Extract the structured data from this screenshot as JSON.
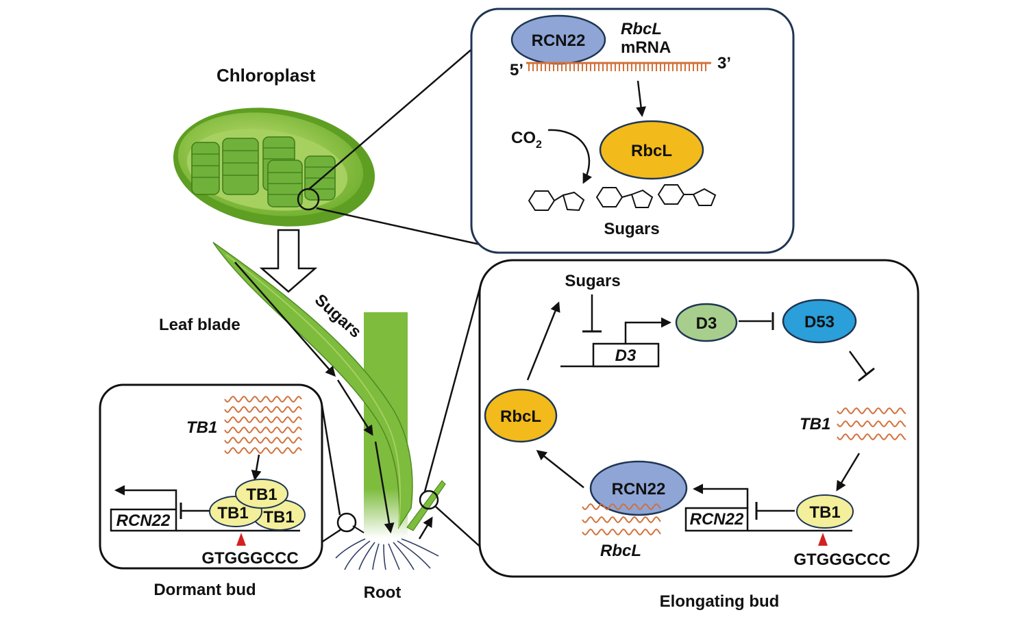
{
  "labels": {
    "chloroplast": "Chloroplast",
    "leaf_blade": "Leaf blade",
    "sugars_stem": "Sugars",
    "root": "Root",
    "dormant_bud": "Dormant bud",
    "elongating_bud": "Elongating bud"
  },
  "top_panel": {
    "rcn22": "RCN22",
    "rbcl_gene": "RbcL",
    "mrna": "mRNA",
    "five_prime": "5’",
    "three_prime": "3’",
    "co2_main": "CO",
    "co2_sub": "2",
    "rbcl_protein": "RbcL",
    "sugars": "Sugars"
  },
  "dormant_panel": {
    "tb1_gene": "TB1",
    "tb1_a": "TB1",
    "tb1_b": "TB1",
    "tb1_c": "TB1",
    "rcn22_gene": "RCN22",
    "motif": "GTGGGCCC"
  },
  "elongating_panel": {
    "sugars": "Sugars",
    "d3_gene": "D3",
    "d3_protein": "D3",
    "d53": "D53",
    "tb1_gene": "TB1",
    "tb1_protein": "TB1",
    "rcn22_gene": "RCN22",
    "motif": "GTGGGCCC",
    "rcn22_protein": "RCN22",
    "rbcl_mrna": "RbcL",
    "rbcl_protein": "RbcL"
  },
  "colors": {
    "rcn22": "#8EA5D6",
    "rbcl": "#F2BA1B",
    "tb1": "#F3EF9A",
    "d3": "#A7CE8D",
    "d53": "#2A9FDA",
    "mrna": "#D2703A",
    "leaf": "#7DBC3D",
    "motif_marker": "#D42020"
  }
}
